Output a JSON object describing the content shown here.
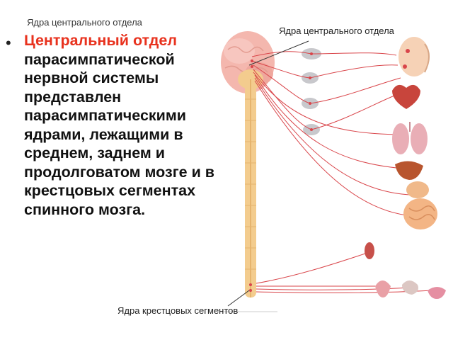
{
  "header": {
    "caption": "Ядра центрального отдела"
  },
  "bullet": {
    "lead": "Центральный отдел",
    "rest": "парасимпатической нервной системы представлен парасимпатическими ядрами, лежащими в среднем, заднем и продолговатом мозге и в крестцовых сегментах спинного мозга."
  },
  "figure": {
    "label_central": "Ядра центрального отдела",
    "label_sacral": "Ядра  крестцовых сегментов",
    "colors": {
      "nerve": "#d9454a",
      "spinal_cord": "#f3cc8e",
      "brain": "#f4b7ae",
      "ganglion": "#c8c8cc"
    }
  }
}
